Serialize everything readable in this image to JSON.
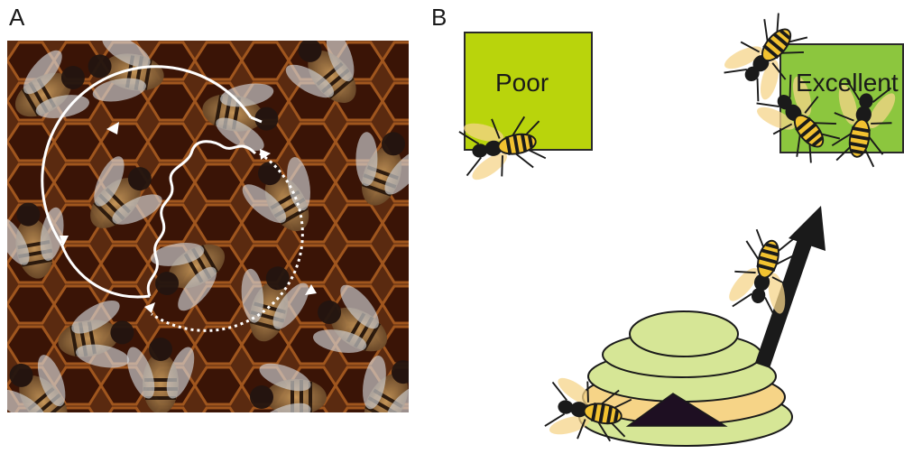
{
  "panels": {
    "a": {
      "label": "A"
    },
    "b": {
      "label": "B"
    }
  },
  "sites": {
    "poor": {
      "label": "Poor",
      "color": "#b9d40c"
    },
    "excellent": {
      "label": "Excellent",
      "color": "#8cc63e"
    }
  },
  "colors": {
    "hive_light": "#d6e696",
    "hive_band": "#f6d487",
    "hive_entrance": "#1e0f22",
    "arrow": "#1a1a1a",
    "wasp_yellow": "#f2c230",
    "wasp_black": "#1a1a1a"
  },
  "icons": {
    "photo": "honeybee-waggle-dance-photo",
    "wasp": "wasp-icon",
    "hive": "beehive-icon",
    "arrow": "direction-arrow-icon"
  }
}
